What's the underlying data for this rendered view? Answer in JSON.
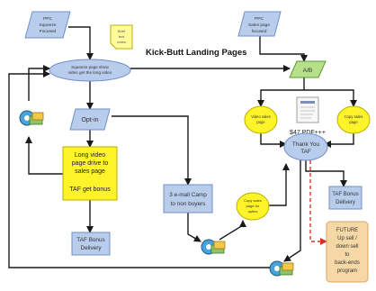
{
  "title": "Kick-Butt Landing Pages",
  "colors": {
    "blue_fill": "#b8ccec",
    "blue_stroke": "#6f8fc6",
    "yellow_fill": "#fff32a",
    "yellow_stroke": "#b8b100",
    "pale_yellow": "#fffb9c",
    "green_fill": "#b6e08a",
    "orange_fill": "#f6d8a6",
    "orange_stroke": "#d9a45d",
    "arrow": "#1a1a1a",
    "red_dashed": "#d03a2a"
  },
  "nodes": {
    "ppc_squeeze": [
      "PPC",
      "Squeeze",
      "Focused"
    ],
    "note_yellow": [
      "Brief",
      "text",
      "notes"
    ],
    "squeeze_page": [
      "Squeeze page show",
      "video get the long video"
    ],
    "opt_in": [
      "Opt-in"
    ],
    "long_video": [
      "Long video",
      "page drive to",
      "sales page"
    ],
    "taf_bonus_label": [
      "TAF get bonus"
    ],
    "taf_bonus_delivery_left": [
      "TAF Bonus",
      "Delivery"
    ],
    "ppc_sales": [
      "PPC",
      "Sales page",
      "focused"
    ],
    "ab": [
      "A/B"
    ],
    "video_sales": [
      "Video sales",
      "page"
    ],
    "copy_sales": [
      "Copy sales",
      "page"
    ],
    "pdf": [
      "$47 PDF+++"
    ],
    "thank_you": [
      "Thank You",
      "TAF"
    ],
    "taf_bonus_delivery_right": [
      "TAF Bonus",
      "Delivery"
    ],
    "email_camp": [
      "3 e-mail Camp",
      "to non buyers"
    ],
    "copy_sales_optins": [
      "Copy sales",
      "page for",
      "optins"
    ],
    "future": [
      "FUTURE",
      "Up sell /",
      "down sell",
      "to",
      "back-ends",
      "program"
    ]
  },
  "icons": [
    "gear-cash-icon",
    "document-icon"
  ]
}
